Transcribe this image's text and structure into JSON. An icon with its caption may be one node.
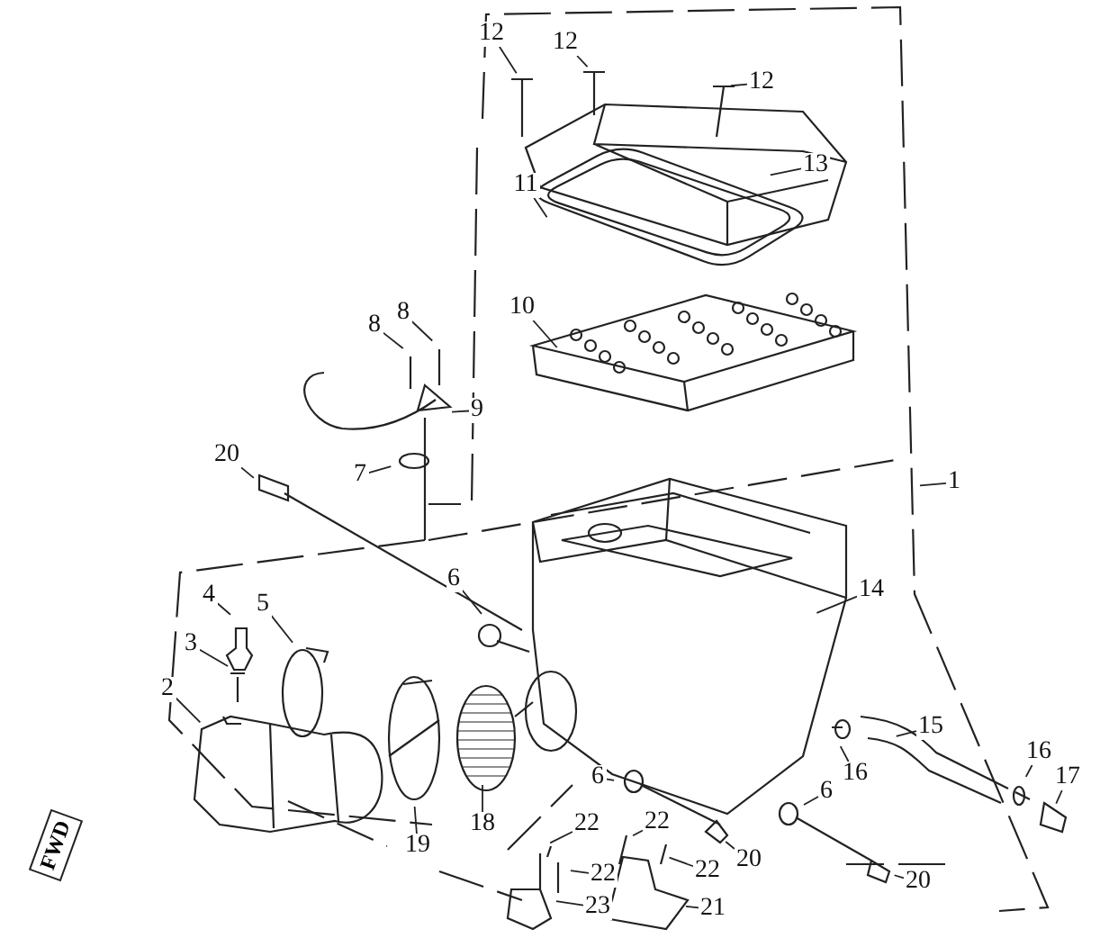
{
  "diagram": {
    "nodes": [
      {
        "text": [
          "12"
        ]
      },
      {
        "text": [
          "12"
        ]
      },
      {
        "text": [
          "12"
        ]
      },
      {
        "text": [
          "13"
        ]
      },
      {
        "text": [
          "11"
        ]
      },
      {
        "text": [
          "10"
        ]
      },
      {
        "text": [
          "8"
        ]
      },
      {
        "text": [
          "8"
        ]
      },
      {
        "text": [
          "9"
        ]
      },
      {
        "text": [
          "20"
        ]
      },
      {
        "text": [
          "7"
        ]
      },
      {
        "text": [
          "1"
        ]
      },
      {
        "text": [
          "6"
        ]
      },
      {
        "text": [
          "14"
        ]
      },
      {
        "text": [
          "4"
        ]
      },
      {
        "text": [
          "5"
        ]
      },
      {
        "text": [
          "3"
        ]
      },
      {
        "text": [
          "2"
        ]
      },
      {
        "text": [
          "15"
        ]
      },
      {
        "text": [
          "16"
        ]
      },
      {
        "text": [
          "16"
        ]
      },
      {
        "text": [
          "17"
        ]
      },
      {
        "text": [
          "6"
        ]
      },
      {
        "text": [
          "6"
        ]
      },
      {
        "text": [
          "22"
        ]
      },
      {
        "text": [
          "22"
        ]
      },
      {
        "text": [
          "18"
        ]
      },
      {
        "text": [
          "19"
        ]
      },
      {
        "text": [
          "20"
        ]
      },
      {
        "text": [
          "22"
        ]
      },
      {
        "text": [
          "22"
        ]
      },
      {
        "text": [
          "20"
        ]
      },
      {
        "text": [
          "23"
        ]
      },
      {
        "text": [
          "21"
        ]
      },
      {
        "text": [
          "FWD"
        ]
      }
    ],
    "edges": [
      {
        "from": 0,
        "to": null,
        "arrow": "none"
      },
      {
        "from": 1,
        "to": null,
        "arrow": "none"
      },
      {
        "from": 2,
        "to": null,
        "arrow": "none"
      },
      {
        "from": 3,
        "to": null,
        "arrow": "none"
      },
      {
        "from": 4,
        "to": null,
        "arrow": "none"
      },
      {
        "from": 5,
        "to": null,
        "arrow": "none"
      },
      {
        "from": 6,
        "to": null,
        "arrow": "none"
      },
      {
        "from": 7,
        "to": null,
        "arrow": "none"
      },
      {
        "from": 8,
        "to": null,
        "arrow": "none"
      },
      {
        "from": 9,
        "to": null,
        "arrow": "none"
      },
      {
        "from": 10,
        "to": null,
        "arrow": "none"
      },
      {
        "from": 11,
        "to": null,
        "arrow": "none"
      },
      {
        "from": 12,
        "to": null,
        "arrow": "none"
      },
      {
        "from": 13,
        "to": null,
        "arrow": "none"
      },
      {
        "from": 14,
        "to": null,
        "arrow": "none"
      },
      {
        "from": 15,
        "to": null,
        "arrow": "none"
      },
      {
        "from": 16,
        "to": null,
        "arrow": "none"
      },
      {
        "from": 17,
        "to": null,
        "arrow": "none"
      },
      {
        "from": 18,
        "to": null,
        "arrow": "none"
      },
      {
        "from": 19,
        "to": null,
        "arrow": "none"
      },
      {
        "from": 20,
        "to": null,
        "arrow": "none"
      },
      {
        "from": 21,
        "to": null,
        "arrow": "none"
      },
      {
        "from": 22,
        "to": null,
        "arrow": "none"
      },
      {
        "from": 23,
        "to": null,
        "arrow": "none"
      },
      {
        "from": 24,
        "to": null,
        "arrow": "none"
      },
      {
        "from": 25,
        "to": null,
        "arrow": "none"
      },
      {
        "from": 26,
        "to": null,
        "arrow": "none"
      },
      {
        "from": 27,
        "to": null,
        "arrow": "none"
      },
      {
        "from": 28,
        "to": null,
        "arrow": "none"
      },
      {
        "from": 29,
        "to": null,
        "arrow": "none"
      },
      {
        "from": 30,
        "to": null,
        "arrow": "none"
      },
      {
        "from": 31,
        "to": null,
        "arrow": "none"
      },
      {
        "from": 32,
        "to": null,
        "arrow": "none"
      },
      {
        "from": 33,
        "to": null,
        "arrow": "none"
      }
    ]
  }
}
